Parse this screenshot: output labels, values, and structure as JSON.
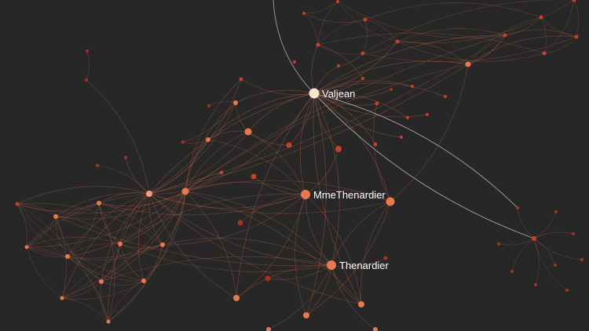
{
  "graph": {
    "type": "network",
    "colors": {
      "background": "#272727",
      "edge": "#c8664a",
      "edge_highlight": "#d9d2c5",
      "node_hub": "#fbe6d0",
      "node_major": "#e8794f",
      "node_minor": "#c7412a",
      "node_dim": "#a83221"
    },
    "labels": [
      {
        "id": "Valjean",
        "text": "Valjean"
      },
      {
        "id": "MmeThenardier",
        "text": "MmeThenardier"
      },
      {
        "id": "Thenardier",
        "text": "Thenardier"
      }
    ]
  }
}
